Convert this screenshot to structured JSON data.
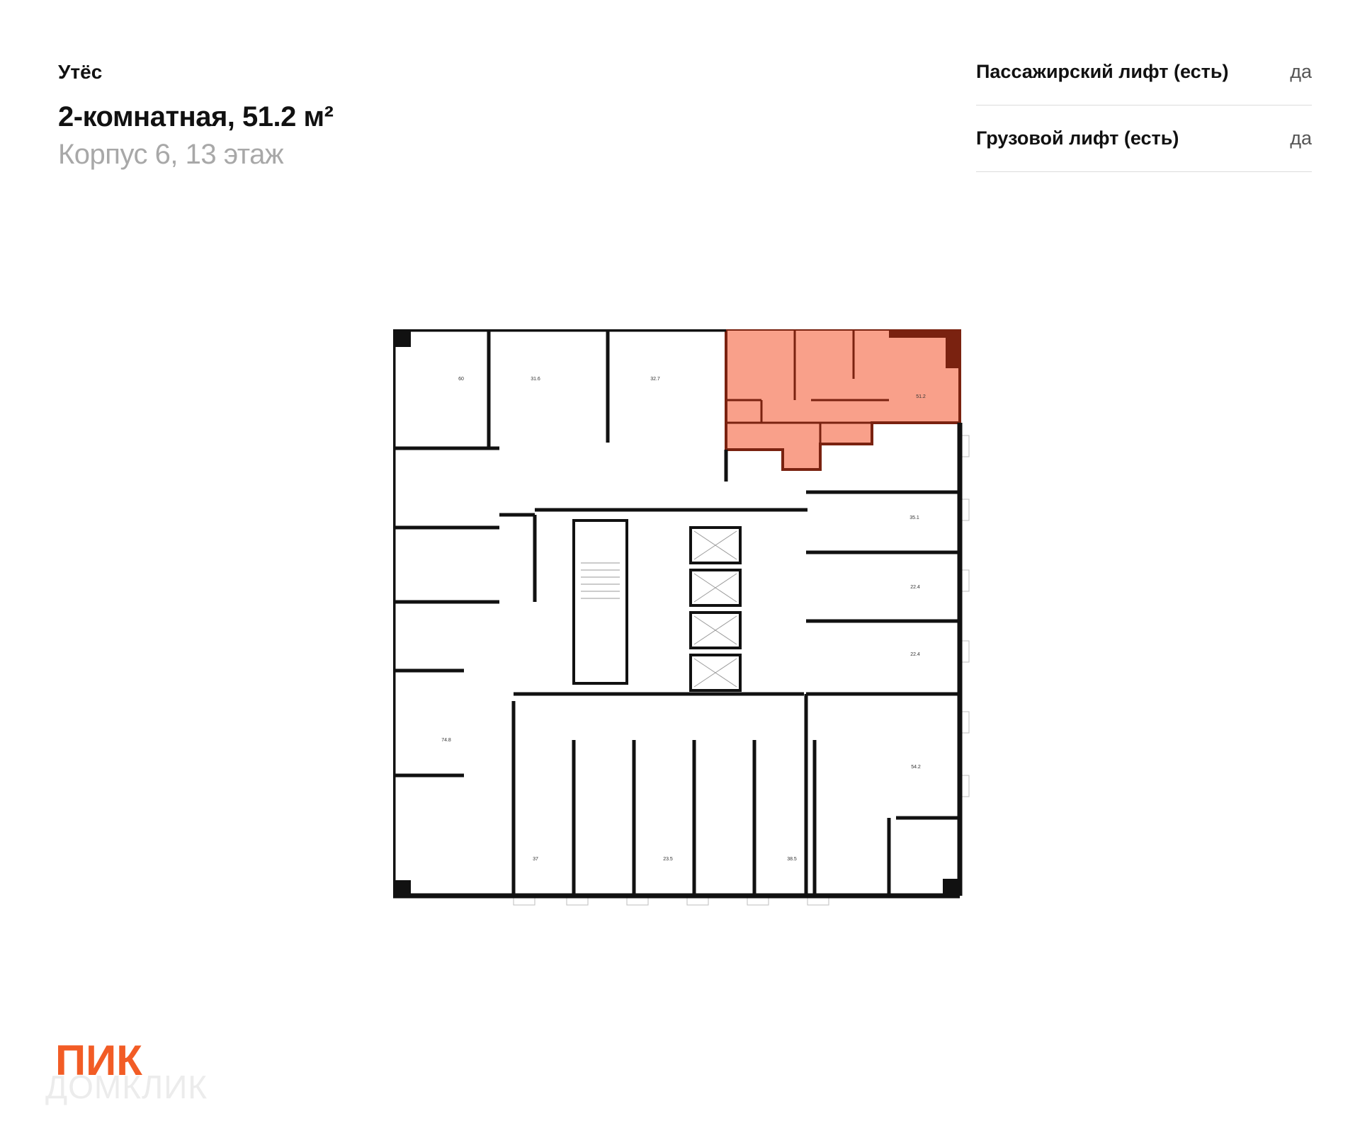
{
  "header": {
    "complex_name": "Утёс",
    "apartment_title": "2-комнатная, 51.2 м²",
    "building_floor": "Корпус 6, 13 этаж"
  },
  "features": [
    {
      "label": "Пассажирский лифт (есть)",
      "value": "да"
    },
    {
      "label": "Грузовой лифт (есть)",
      "value": "да"
    }
  ],
  "plan": {
    "area_labels": [
      "60",
      "31.6",
      "32.7",
      "51.2",
      "35.1",
      "22.4",
      "22.4",
      "54.2",
      "74.8",
      "37",
      "23.5",
      "38.5"
    ],
    "highlight_color": "#f9a08a"
  },
  "brand": {
    "logo_text": "ПИК",
    "logo_color": "#f25c25",
    "watermark": "ДОМКЛИК"
  }
}
